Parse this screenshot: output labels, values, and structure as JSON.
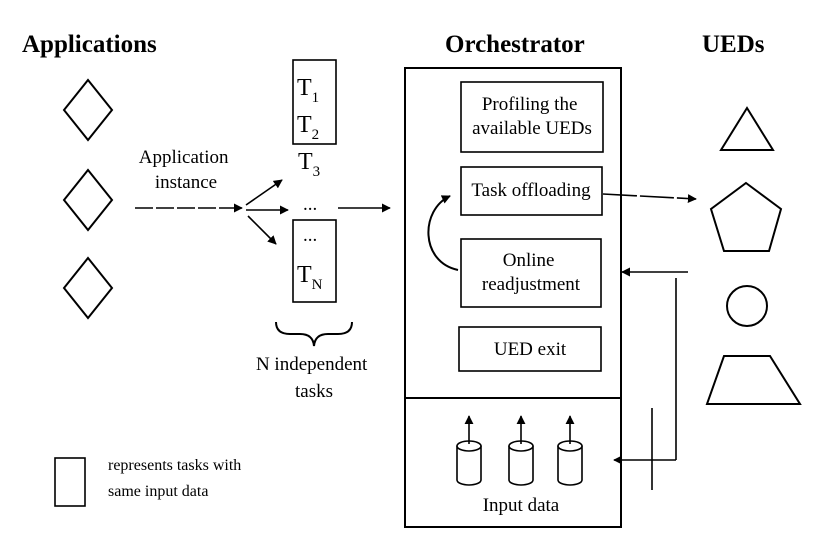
{
  "headings": {
    "applications": "Applications",
    "orchestrator": "Orchestrator",
    "ueds": "UEDs"
  },
  "application_instance": [
    "Application",
    "instance"
  ],
  "tasks": {
    "letter": "T",
    "box_top_subscripts": [
      "1",
      "2"
    ],
    "loose_subscript": "3",
    "ellipsis": "...",
    "box_bottom_subscript": "N"
  },
  "independent_tasks": [
    "N independent",
    "tasks"
  ],
  "orchestrator_modules": {
    "profiling": [
      "Profiling the",
      "available UEDs"
    ],
    "task_offloading": "Task offloading",
    "online_readjustment": [
      "Online",
      "readjustment"
    ],
    "ued_exit": "UED exit"
  },
  "input_data_label": "Input data",
  "legend_text": [
    "represents tasks with",
    "same input data"
  ],
  "ued_shapes": [
    "triangle",
    "pentagon",
    "circle",
    "trapezoid"
  ],
  "application_shapes": [
    "diamond",
    "diamond",
    "diamond"
  ]
}
